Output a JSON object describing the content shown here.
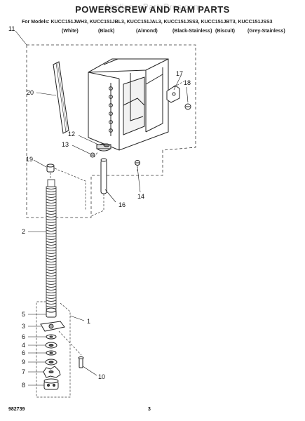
{
  "header": {
    "watermark": "AppliancePartsPros.com",
    "title": "POWERSCREW AND RAM PARTS"
  },
  "models": {
    "line": "For Models: KUCC151JWH3, KUCC151JBL3, KUCC151JAL3, KUCC151JSS3, KUCC151JBT3, KUCC151JSS3",
    "colors": [
      "(White)",
      "(Black)",
      "(Almond)",
      "(Black-Stainless)",
      "(Biscuit)",
      "(Grey-Stainless)"
    ]
  },
  "callouts": [
    "11",
    "20",
    "17",
    "18",
    "12",
    "13",
    "19",
    "16",
    "14",
    "2",
    "1",
    "5",
    "3",
    "6",
    "4",
    "6",
    "9",
    "10",
    "7",
    "8"
  ],
  "footer": {
    "doc_number": "982739",
    "page_number": "3"
  }
}
